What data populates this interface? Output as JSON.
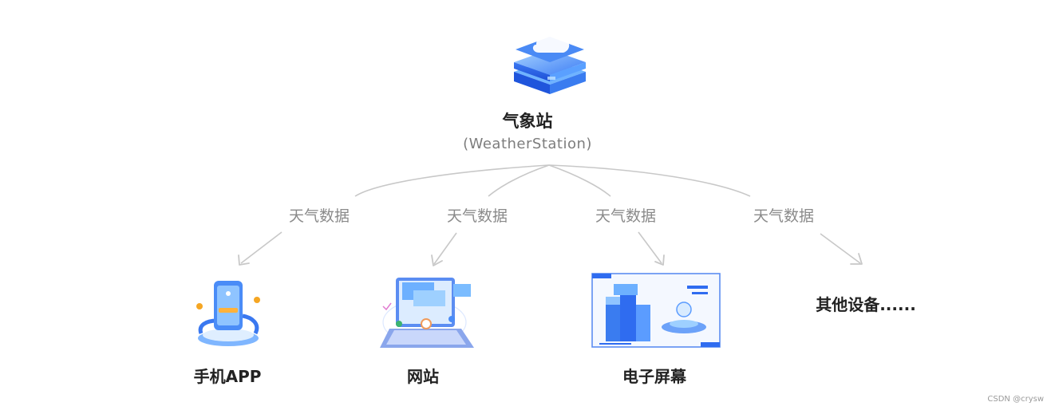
{
  "root": {
    "title": "气象站",
    "subtitle": "(WeatherStation)"
  },
  "edge_labels": [
    "天气数据",
    "天气数据",
    "天气数据",
    "天气数据"
  ],
  "targets": [
    {
      "label": "手机APP",
      "icon": "phone-app-icon"
    },
    {
      "label": "网站",
      "icon": "laptop-website-icon"
    },
    {
      "label": "电子屏幕",
      "icon": "electronic-screen-icon"
    },
    {
      "label": "其他设备......"
    }
  ],
  "watermark": "CSDN @crysw",
  "colors": {
    "line": "#c8c8c8",
    "icon_blue": "#2f6cf0",
    "icon_light": "#8fc4ff"
  }
}
